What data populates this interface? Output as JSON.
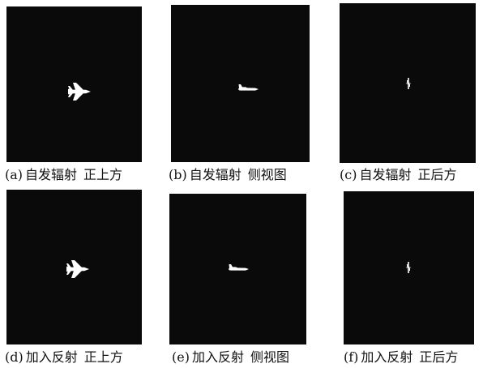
{
  "figure": {
    "panels": [
      {
        "label": "(a)",
        "text": "自发辐射",
        "view": "正上方",
        "view_type": "top"
      },
      {
        "label": "(b)",
        "text": "自发辐射",
        "view": "侧视图",
        "view_type": "side"
      },
      {
        "label": "(c)",
        "text": "自发辐射",
        "view": "正后方",
        "view_type": "rear"
      },
      {
        "label": "(d)",
        "text": "加入反射",
        "view": "正上方",
        "view_type": "top"
      },
      {
        "label": "(e)",
        "text": "加入反射",
        "view": "侧视图",
        "view_type": "side"
      },
      {
        "label": "(f)",
        "text": "加入反射",
        "view": "正后方",
        "view_type": "rear"
      }
    ],
    "colors": {
      "panel_background": "#0a0a0a",
      "silhouette": "#ffffff",
      "caption_text": "#111111"
    },
    "icons": {
      "top": "aircraft-top-view-icon",
      "side": "aircraft-side-view-icon",
      "rear": "aircraft-rear-view-icon"
    }
  }
}
